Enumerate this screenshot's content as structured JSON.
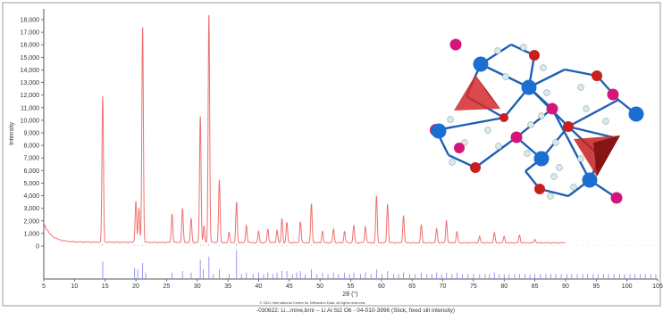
{
  "chart_data": {
    "type": "line",
    "ylabel": "Intensity",
    "xlabel": "2θ (°)",
    "xlim": [
      5,
      105
    ],
    "ylim": [
      0,
      18000
    ],
    "x_ticks": [
      5,
      10,
      15,
      20,
      25,
      30,
      35,
      40,
      45,
      50,
      55,
      60,
      65,
      70,
      75,
      80,
      85,
      90,
      95,
      100,
      105
    ],
    "y_ticks": [
      {
        "v": 0,
        "label": "0"
      },
      {
        "v": 1000,
        "label": "1,000"
      },
      {
        "v": 2000,
        "label": "2,000"
      },
      {
        "v": 3000,
        "label": "3,000"
      },
      {
        "v": 4000,
        "label": "4,000"
      },
      {
        "v": 5000,
        "label": "5,000"
      },
      {
        "v": 6000,
        "label": "6,000"
      },
      {
        "v": 7000,
        "label": "7,000"
      },
      {
        "v": 8000,
        "label": "8,000"
      },
      {
        "v": 9000,
        "label": "9,000"
      },
      {
        "v": 10000,
        "label": "10,000"
      },
      {
        "v": 11000,
        "label": "11,000"
      },
      {
        "v": 12000,
        "label": "12,000"
      },
      {
        "v": 13000,
        "label": "13,000"
      },
      {
        "v": 14000,
        "label": "14,000"
      },
      {
        "v": 15000,
        "label": "15,000"
      },
      {
        "v": 16000,
        "label": "16,000"
      },
      {
        "v": 17000,
        "label": "17,000"
      },
      {
        "v": 18000,
        "label": "18,000"
      }
    ],
    "grid": false,
    "copyright": "© 2021 International Centre for Diffraction Data. All rights reserved.",
    "caption": "-030822: Li...mine,brnl -- Li Al Si2 O6 - 04-010-3996 (Stick, fixed slit intensity)",
    "colors": {
      "pattern": "#f07070",
      "sticks": "#8c8cf0",
      "axis": "#555555"
    },
    "series": [
      {
        "peaks": [
          {
            "x": 14.6,
            "y": 11600
          },
          {
            "x": 20.0,
            "y": 3300
          },
          {
            "x": 20.5,
            "y": 2700
          },
          {
            "x": 21.1,
            "y": 17300
          },
          {
            "x": 25.9,
            "y": 2300
          },
          {
            "x": 27.6,
            "y": 2700
          },
          {
            "x": 29.0,
            "y": 1900
          },
          {
            "x": 30.5,
            "y": 10100
          },
          {
            "x": 31.1,
            "y": 1300
          },
          {
            "x": 31.9,
            "y": 18300
          },
          {
            "x": 33.6,
            "y": 5000
          },
          {
            "x": 35.2,
            "y": 800
          },
          {
            "x": 36.4,
            "y": 3200
          },
          {
            "x": 38.0,
            "y": 1400
          },
          {
            "x": 40.0,
            "y": 900
          },
          {
            "x": 41.5,
            "y": 1100
          },
          {
            "x": 43.0,
            "y": 1000
          },
          {
            "x": 43.8,
            "y": 1900
          },
          {
            "x": 44.6,
            "y": 1600
          },
          {
            "x": 46.8,
            "y": 1700
          },
          {
            "x": 48.6,
            "y": 3100
          },
          {
            "x": 50.4,
            "y": 900
          },
          {
            "x": 52.2,
            "y": 1100
          },
          {
            "x": 54.0,
            "y": 900
          },
          {
            "x": 55.5,
            "y": 1400
          },
          {
            "x": 57.4,
            "y": 1300
          },
          {
            "x": 59.2,
            "y": 3700
          },
          {
            "x": 61.0,
            "y": 3100
          },
          {
            "x": 63.6,
            "y": 2200
          },
          {
            "x": 66.5,
            "y": 1400
          },
          {
            "x": 69.0,
            "y": 1100
          },
          {
            "x": 70.6,
            "y": 1800
          },
          {
            "x": 72.3,
            "y": 900
          },
          {
            "x": 76.0,
            "y": 500
          },
          {
            "x": 78.4,
            "y": 800
          },
          {
            "x": 80.0,
            "y": 500
          },
          {
            "x": 82.5,
            "y": 600
          },
          {
            "x": 85.0,
            "y": 300
          }
        ]
      },
      {
        "reference_sticks": [
          {
            "x": 14.6,
            "i": 0.55
          },
          {
            "x": 19.8,
            "i": 0.35
          },
          {
            "x": 20.3,
            "i": 0.3
          },
          {
            "x": 21.1,
            "i": 0.5
          },
          {
            "x": 21.6,
            "i": 0.2
          },
          {
            "x": 25.9,
            "i": 0.2
          },
          {
            "x": 27.6,
            "i": 0.25
          },
          {
            "x": 29.0,
            "i": 0.2
          },
          {
            "x": 30.5,
            "i": 0.6
          },
          {
            "x": 31.0,
            "i": 0.3
          },
          {
            "x": 31.9,
            "i": 0.7
          },
          {
            "x": 32.6,
            "i": 0.15
          },
          {
            "x": 33.6,
            "i": 0.3
          },
          {
            "x": 35.2,
            "i": 0.15
          },
          {
            "x": 36.4,
            "i": 0.9
          },
          {
            "x": 37.2,
            "i": 0.15
          },
          {
            "x": 38.0,
            "i": 0.2
          },
          {
            "x": 39.1,
            "i": 0.15
          },
          {
            "x": 40.0,
            "i": 0.2
          },
          {
            "x": 40.8,
            "i": 0.15
          },
          {
            "x": 41.5,
            "i": 0.2
          },
          {
            "x": 42.3,
            "i": 0.15
          },
          {
            "x": 43.0,
            "i": 0.2
          },
          {
            "x": 43.8,
            "i": 0.25
          },
          {
            "x": 44.6,
            "i": 0.25
          },
          {
            "x": 45.5,
            "i": 0.15
          },
          {
            "x": 46.2,
            "i": 0.2
          },
          {
            "x": 46.8,
            "i": 0.25
          },
          {
            "x": 47.6,
            "i": 0.15
          },
          {
            "x": 48.6,
            "i": 0.3
          },
          {
            "x": 49.5,
            "i": 0.15
          },
          {
            "x": 50.4,
            "i": 0.2
          },
          {
            "x": 51.3,
            "i": 0.15
          },
          {
            "x": 52.2,
            "i": 0.2
          },
          {
            "x": 53.0,
            "i": 0.15
          },
          {
            "x": 54.0,
            "i": 0.2
          },
          {
            "x": 54.8,
            "i": 0.15
          },
          {
            "x": 55.5,
            "i": 0.2
          },
          {
            "x": 56.6,
            "i": 0.15
          },
          {
            "x": 57.4,
            "i": 0.2
          },
          {
            "x": 58.3,
            "i": 0.15
          },
          {
            "x": 59.2,
            "i": 0.3
          },
          {
            "x": 60.1,
            "i": 0.15
          },
          {
            "x": 61.0,
            "i": 0.25
          },
          {
            "x": 62.0,
            "i": 0.15
          },
          {
            "x": 62.8,
            "i": 0.15
          },
          {
            "x": 63.6,
            "i": 0.2
          },
          {
            "x": 64.6,
            "i": 0.15
          },
          {
            "x": 65.5,
            "i": 0.15
          },
          {
            "x": 66.5,
            "i": 0.2
          },
          {
            "x": 67.4,
            "i": 0.15
          },
          {
            "x": 68.2,
            "i": 0.15
          },
          {
            "x": 69.0,
            "i": 0.2
          },
          {
            "x": 69.8,
            "i": 0.15
          },
          {
            "x": 70.6,
            "i": 0.2
          },
          {
            "x": 71.5,
            "i": 0.15
          },
          {
            "x": 72.3,
            "i": 0.2
          },
          {
            "x": 73.2,
            "i": 0.15
          },
          {
            "x": 74.1,
            "i": 0.15
          },
          {
            "x": 75.0,
            "i": 0.15
          },
          {
            "x": 76.0,
            "i": 0.15
          },
          {
            "x": 76.9,
            "i": 0.15
          },
          {
            "x": 77.6,
            "i": 0.15
          },
          {
            "x": 78.4,
            "i": 0.2
          },
          {
            "x": 79.2,
            "i": 0.15
          },
          {
            "x": 80.0,
            "i": 0.15
          },
          {
            "x": 80.8,
            "i": 0.15
          },
          {
            "x": 81.7,
            "i": 0.15
          },
          {
            "x": 82.5,
            "i": 0.15
          },
          {
            "x": 83.4,
            "i": 0.15
          },
          {
            "x": 84.2,
            "i": 0.15
          },
          {
            "x": 85.0,
            "i": 0.15
          },
          {
            "x": 85.9,
            "i": 0.15
          },
          {
            "x": 86.8,
            "i": 0.15
          },
          {
            "x": 87.6,
            "i": 0.15
          },
          {
            "x": 88.4,
            "i": 0.15
          },
          {
            "x": 89.3,
            "i": 0.15
          },
          {
            "x": 90.2,
            "i": 0.15
          },
          {
            "x": 91.0,
            "i": 0.15
          },
          {
            "x": 91.9,
            "i": 0.15
          },
          {
            "x": 92.8,
            "i": 0.15
          },
          {
            "x": 93.6,
            "i": 0.15
          },
          {
            "x": 94.5,
            "i": 0.15
          },
          {
            "x": 95.3,
            "i": 0.15
          },
          {
            "x": 96.2,
            "i": 0.15
          },
          {
            "x": 97.0,
            "i": 0.15
          },
          {
            "x": 97.9,
            "i": 0.15
          },
          {
            "x": 98.8,
            "i": 0.15
          },
          {
            "x": 99.6,
            "i": 0.15
          },
          {
            "x": 100.5,
            "i": 0.15
          },
          {
            "x": 101.3,
            "i": 0.15
          },
          {
            "x": 102.2,
            "i": 0.15
          },
          {
            "x": 103.0,
            "i": 0.15
          },
          {
            "x": 103.9,
            "i": 0.15
          },
          {
            "x": 104.7,
            "i": 0.15
          }
        ]
      }
    ]
  },
  "structure_inset": {
    "atom_colors": {
      "blue": "#1a6fd0",
      "magenta": "#d4157a",
      "red": "#c81e1e",
      "white": "#dde8e8",
      "bond": "#1e5fb4",
      "tetrahedron": "#c62020"
    }
  }
}
